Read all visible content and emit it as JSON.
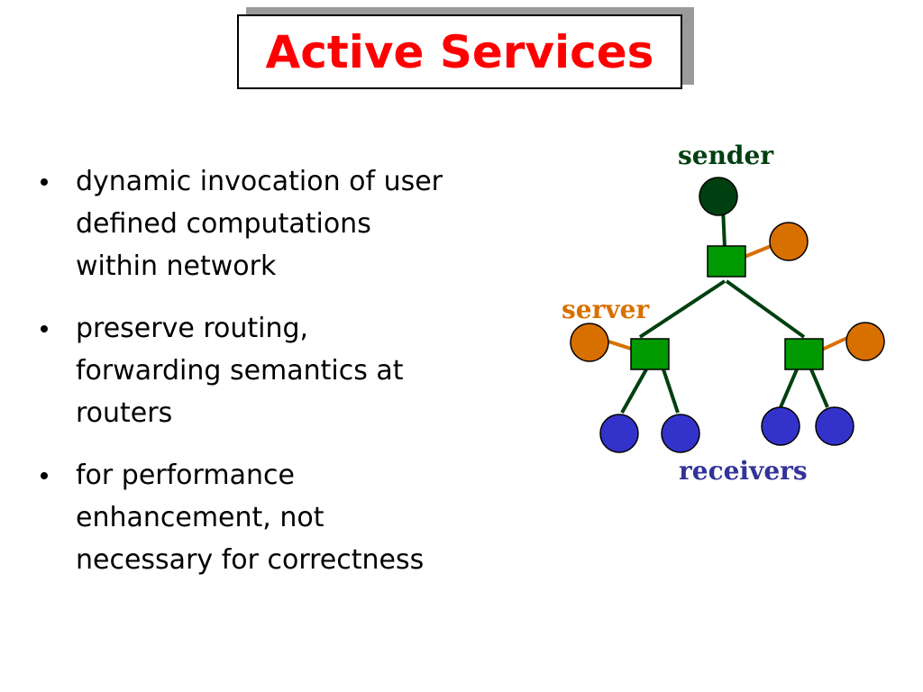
{
  "slide": {
    "title": "Active Services"
  },
  "bullets": [
    {
      "lines": [
        "dynamic invocation of user",
        "defined computations",
        "within network"
      ]
    },
    {
      "lines": [
        "preserve routing,",
        "forwarding semantics at",
        "routers"
      ]
    },
    {
      "lines": [
        "for performance",
        "enhancement, not",
        "necessary for correctness"
      ]
    }
  ],
  "diagram": {
    "labels": {
      "sender": "sender",
      "server": "server",
      "receivers": "receivers"
    },
    "colors": {
      "sender": "#004010",
      "server": "#d87000",
      "router": "#009900",
      "receiver": "#3333cc",
      "tree_link": "#004010",
      "server_link": "#d87000",
      "sender_label": "#004010",
      "server_label": "#d87000",
      "receivers_label": "#333399",
      "title": "#ff0000"
    }
  }
}
